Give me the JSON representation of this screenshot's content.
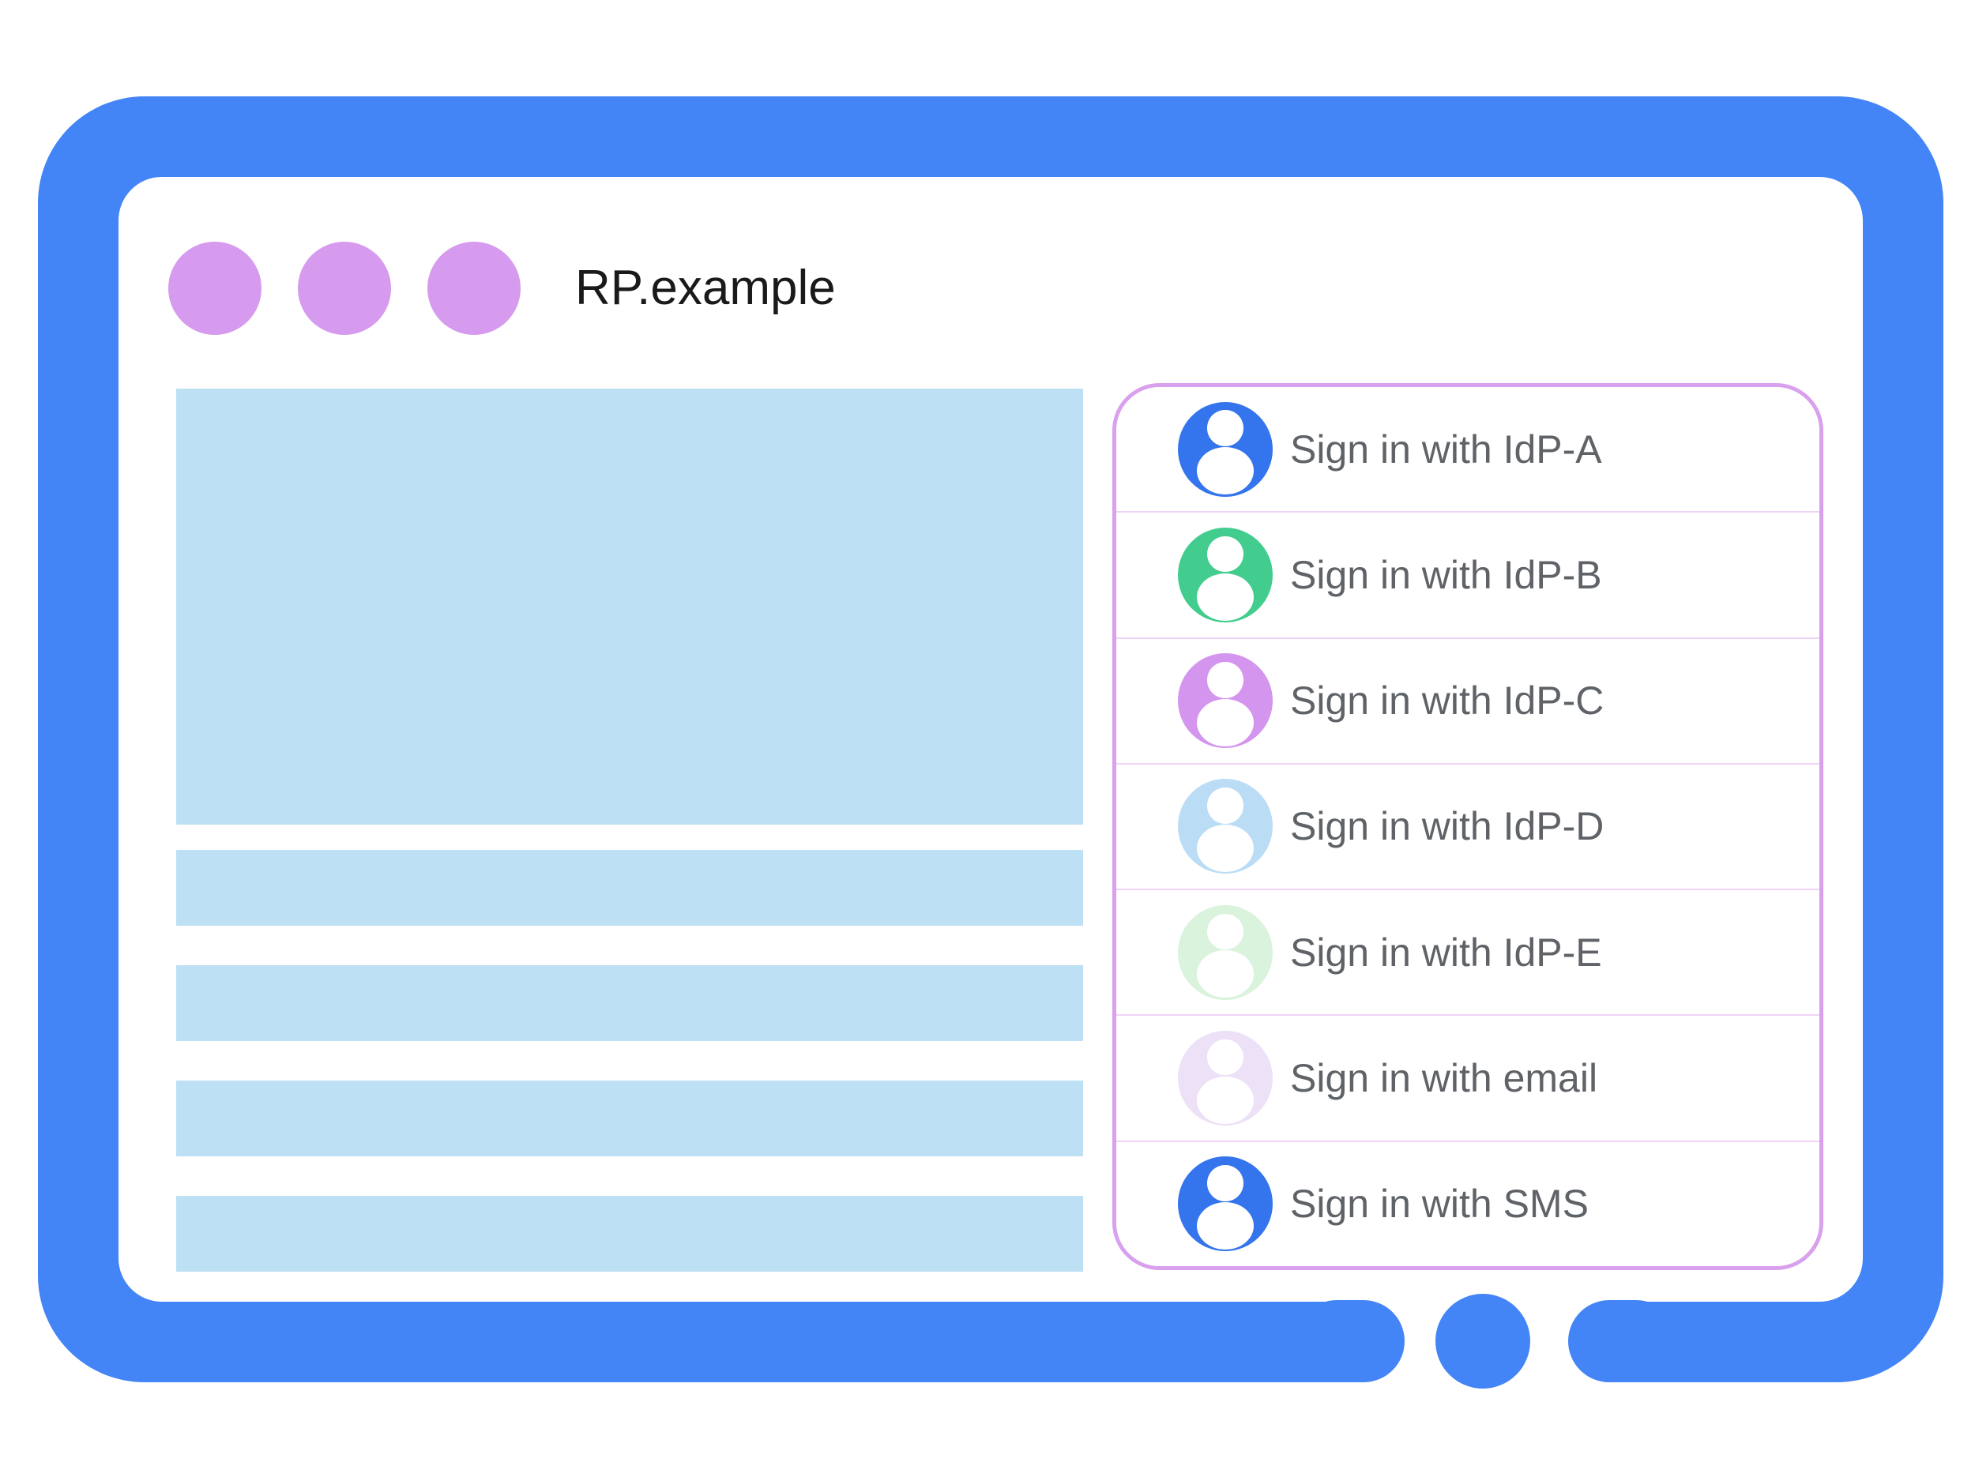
{
  "browser_frame": {
    "title": "RP.example",
    "window_dots_count": 3,
    "colors": {
      "frame": "#4384F6",
      "window_dot": "#D69AEE",
      "placeholder": "#BEE0F5",
      "panel_border": "#D9A0EE",
      "panel_divider": "#EFD3F7",
      "label_text": "#5F6368",
      "title_text": "#1A1A1A"
    }
  },
  "signin_panel": {
    "items": [
      {
        "label": "Sign in with IdP-A",
        "avatar_color": "#3474EC"
      },
      {
        "label": "Sign in with IdP-B",
        "avatar_color": "#42CD8E"
      },
      {
        "label": "Sign in with IdP-C",
        "avatar_color": "#D495EF"
      },
      {
        "label": "Sign in with IdP-D",
        "avatar_color": "#BADCF5"
      },
      {
        "label": "Sign in with IdP-E",
        "avatar_color": "#DAF3DD"
      },
      {
        "label": "Sign in with email",
        "avatar_color": "#ECE1F7"
      },
      {
        "label": "Sign in with SMS",
        "avatar_color": "#3474EC"
      }
    ]
  }
}
